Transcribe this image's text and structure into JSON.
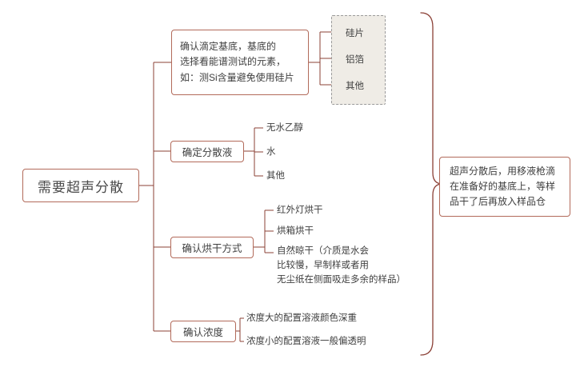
{
  "colors": {
    "line": "#8b4036",
    "border": "#b26a5a",
    "text": "#3f3f3f",
    "dash_border": "#9a9a9a",
    "dash_bg": "#efece6"
  },
  "root": {
    "label": "需要超声分散"
  },
  "branches": [
    {
      "id": "substrate",
      "label": "确认滴定基底，基底的\n选择看能谱测试的元素，\n如：测Si含量避免使用硅片",
      "leaves": [
        "硅片",
        "铝箔",
        "其他"
      ]
    },
    {
      "id": "dispersant",
      "label": "确定分散液",
      "leaves": [
        "无水乙醇",
        "水",
        "其他"
      ]
    },
    {
      "id": "drying",
      "label": "确认烘干方式",
      "leaves": [
        "红外灯烘干",
        "烘箱烘干",
        "自然晾干（介质是水会\n比较慢，早制样或者用\n无尘纸在侧面吸走多余的样品）"
      ]
    },
    {
      "id": "concentration",
      "label": "确认浓度",
      "leaves": [
        "浓度大的配置溶液颜色深重",
        "浓度小的配置溶液一般偏透明"
      ]
    }
  ],
  "note": {
    "label": "超声分散后，用移液枪滴\n在准备好的基底上，等样\n品干了后再放入样品仓"
  }
}
